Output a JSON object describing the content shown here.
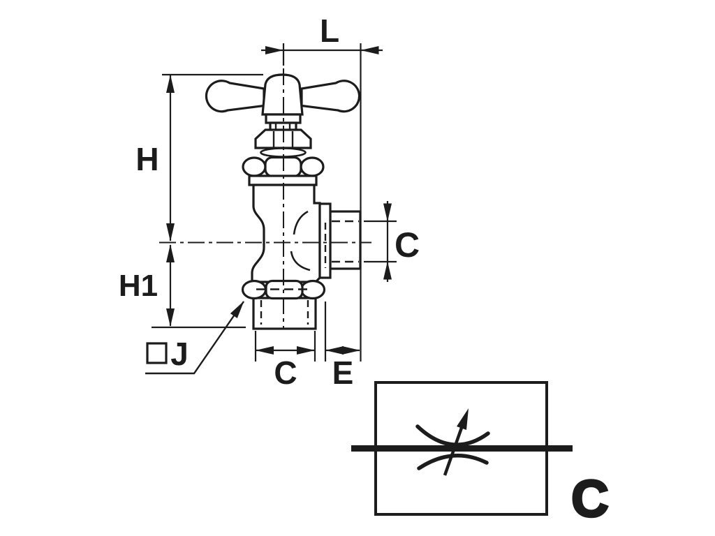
{
  "colors": {
    "ink": "#1c1c1c",
    "background": "#ffffff"
  },
  "drawing": {
    "kind": "valve-dimension-drawing",
    "labels": {
      "length_top": "L",
      "height_upper": "H",
      "height_lower": "H1",
      "square_nut": "J",
      "bottom_port": "C",
      "offset": "E",
      "side_port": "C"
    }
  },
  "schematic": {
    "symbol": "variable-flow-restrictor-symbol",
    "label": "C"
  }
}
